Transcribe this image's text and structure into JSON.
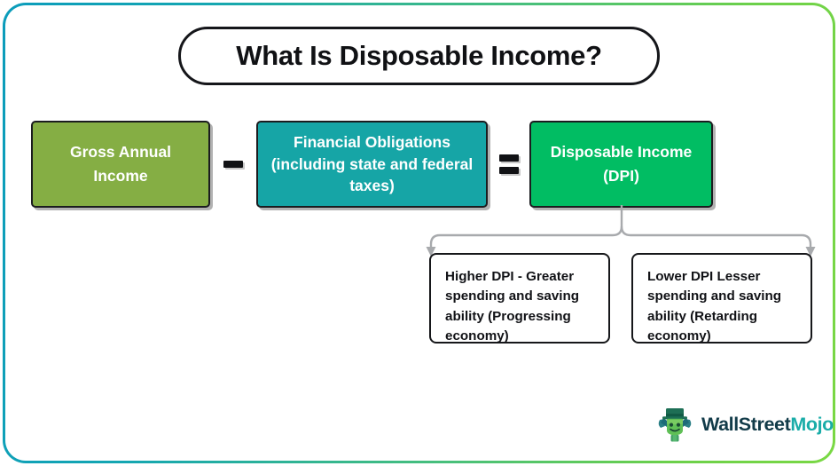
{
  "page": {
    "title": "What Is Disposable Income?",
    "border_gradient_from": "#0b9cbb",
    "border_gradient_to": "#7ad844",
    "background": "#ffffff"
  },
  "formula": {
    "boxes": [
      {
        "id": "gross-annual-income",
        "label": "Gross Annual Income",
        "color": "#85ae44"
      },
      {
        "id": "financial-obligations",
        "label": "Financial Obligations (including state and federal taxes)",
        "color": "#16a5a6"
      },
      {
        "id": "disposable-income",
        "label": "Disposable Income (DPI)",
        "color": "#01bd63"
      }
    ],
    "operators": [
      {
        "id": "minus",
        "symbol": "−",
        "name": "minus-sign"
      },
      {
        "id": "equals",
        "symbol": "=",
        "name": "equals-sign"
      }
    ]
  },
  "outcomes": [
    {
      "id": "higher-dpi",
      "label": "Higher DPI - Greater spending and saving ability (Progressing economy)"
    },
    {
      "id": "lower-dpi",
      "label": "Lower DPI Lesser spending and saving ability (Retarding economy)"
    }
  ],
  "logo": {
    "brand_primary": "WallStreet",
    "brand_secondary": "Mojo",
    "primary_color": "#123b49",
    "secondary_color": "#1aaca8",
    "mark_name": "wallstreetmojo-mascot-icon"
  }
}
